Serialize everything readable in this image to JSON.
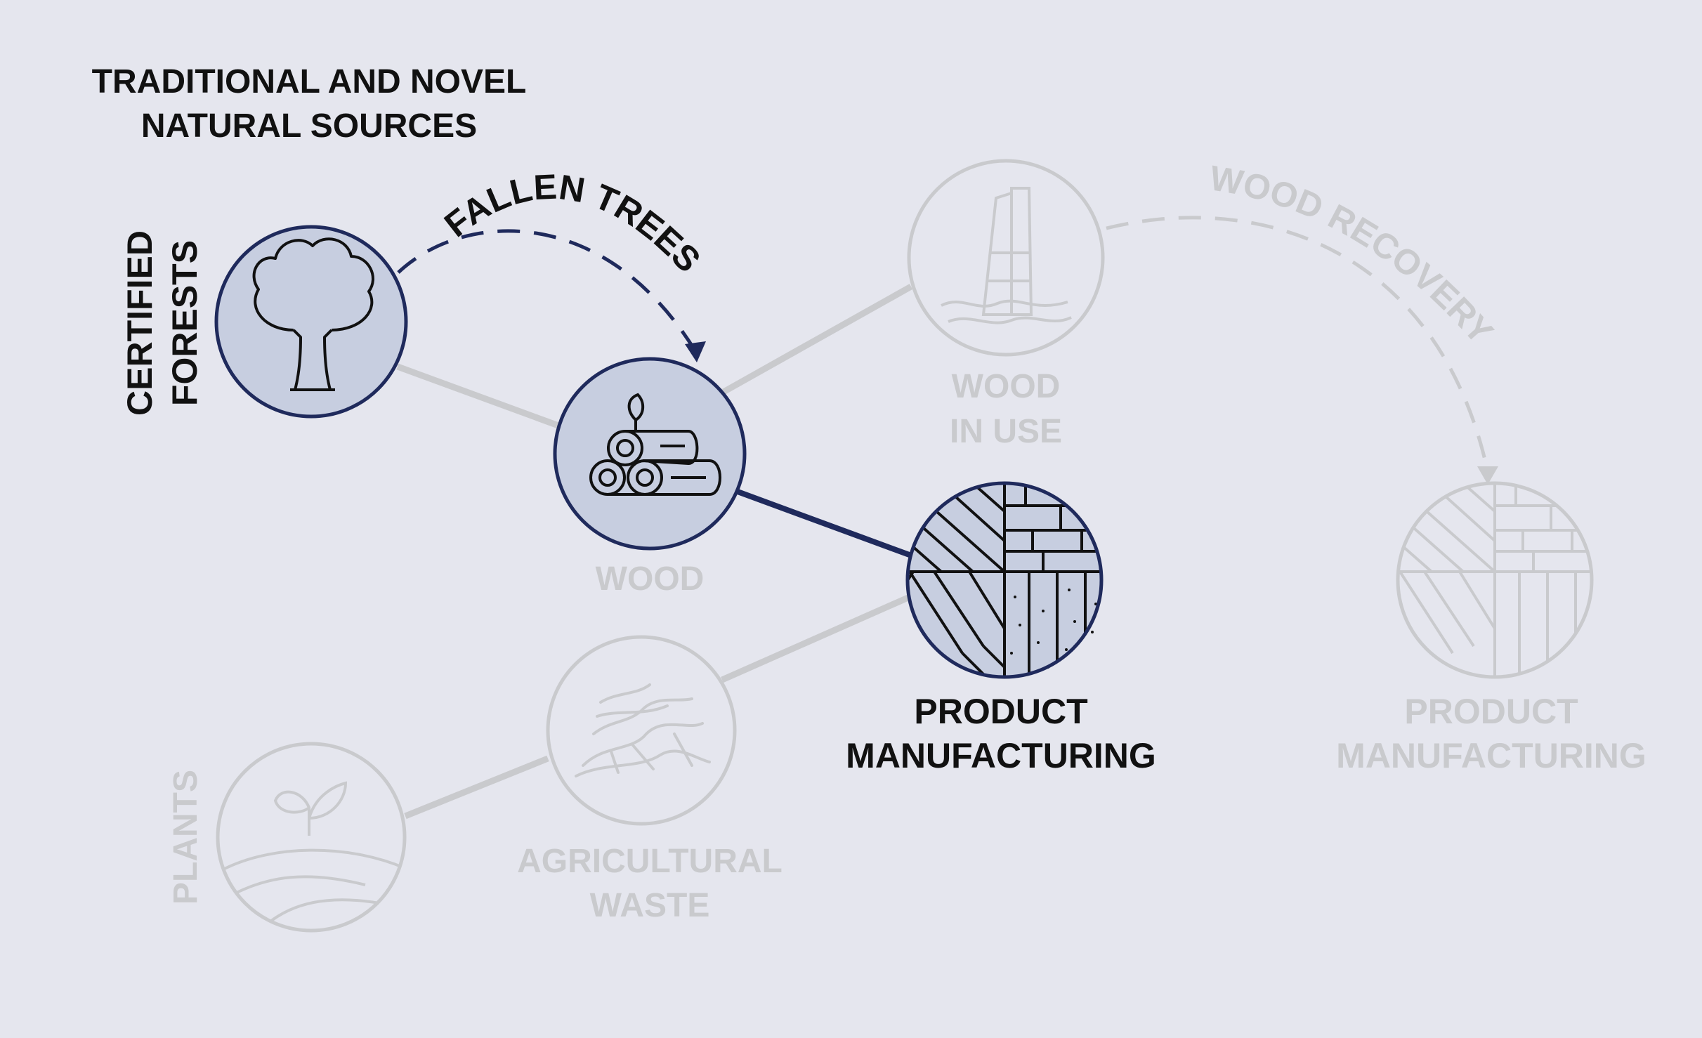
{
  "header": {
    "line1": "TRADITIONAL AND NOVEL",
    "line2": "NATURAL SOURCES"
  },
  "nodes": {
    "certified_forests": {
      "line1": "CERTIFIED",
      "line2": "FORESTS",
      "icon": "tree-icon",
      "active": true
    },
    "wood": {
      "label": "WOOD",
      "icon": "logs-icon",
      "active": true
    },
    "wood_in_use": {
      "line1": "WOOD",
      "line2": "IN USE",
      "icon": "building-icon",
      "active": false
    },
    "product_manufacturing": {
      "line1": "PRODUCT",
      "line2": "MANUFACTURING",
      "icon": "materials-icon",
      "active": true
    },
    "product_manufacturing_recovered": {
      "line1": "PRODUCT",
      "line2": "MANUFACTURING",
      "icon": "materials-icon",
      "active": false
    },
    "agricultural_waste": {
      "line1": "AGRICULTURAL",
      "line2": "WASTE",
      "icon": "agricultural-waste-icon",
      "active": false
    },
    "plants": {
      "label": "PLANTS",
      "icon": "sprout-icon",
      "active": false
    }
  },
  "arcs": {
    "fallen_trees": "FALLEN TREES",
    "wood_recovery": "WOOD RECOVERY"
  },
  "colors": {
    "background": "#e5e6ee",
    "navy": "#1f2a5c",
    "active_fill": "#c7cee0",
    "inactive": "#c9cacd",
    "text_dark": "#111111"
  }
}
